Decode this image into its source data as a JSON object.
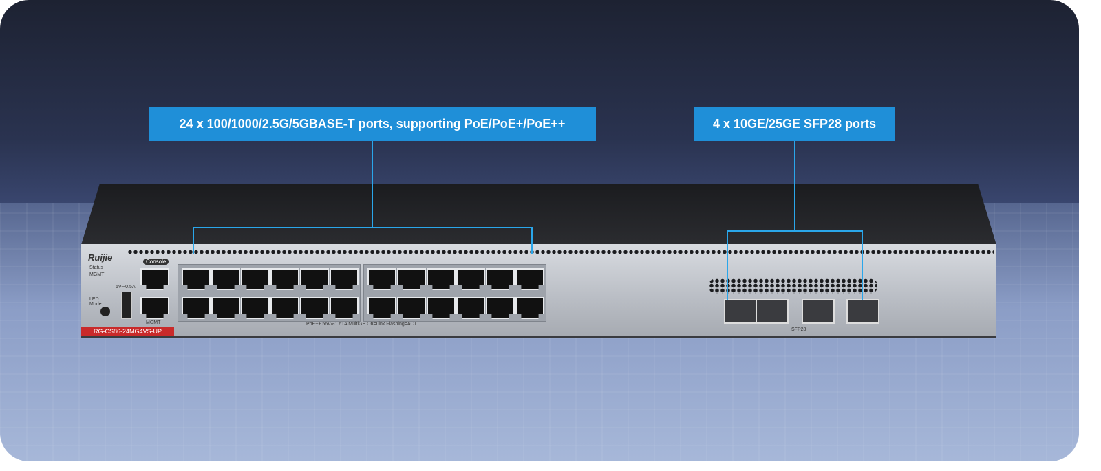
{
  "callouts": {
    "rj45": "24 x 100/1000/2.5G/5GBASE-T ports, supporting PoE/PoE+/PoE++",
    "sfp": "4 x 10GE/25GE SFP28 ports"
  },
  "device": {
    "brand": "Ruijie",
    "model": "RG-CS86-24MG4VS-UP",
    "console_label": "Console",
    "mgmt_label": "MGMT",
    "status_led": "Status",
    "mgmt_led": "MGMT",
    "led_mode": "LED Mode",
    "usb_rating": "5V⎓0.5A",
    "poe_legend": "PoE++ 56V⎓1.61A  MultiGE  On=Link Flashing=ACT",
    "sfp_label": "SFP28"
  },
  "colors": {
    "callout": "#1f8fd8",
    "line": "#2aa6ea",
    "model_badge": "#c92a2a"
  }
}
